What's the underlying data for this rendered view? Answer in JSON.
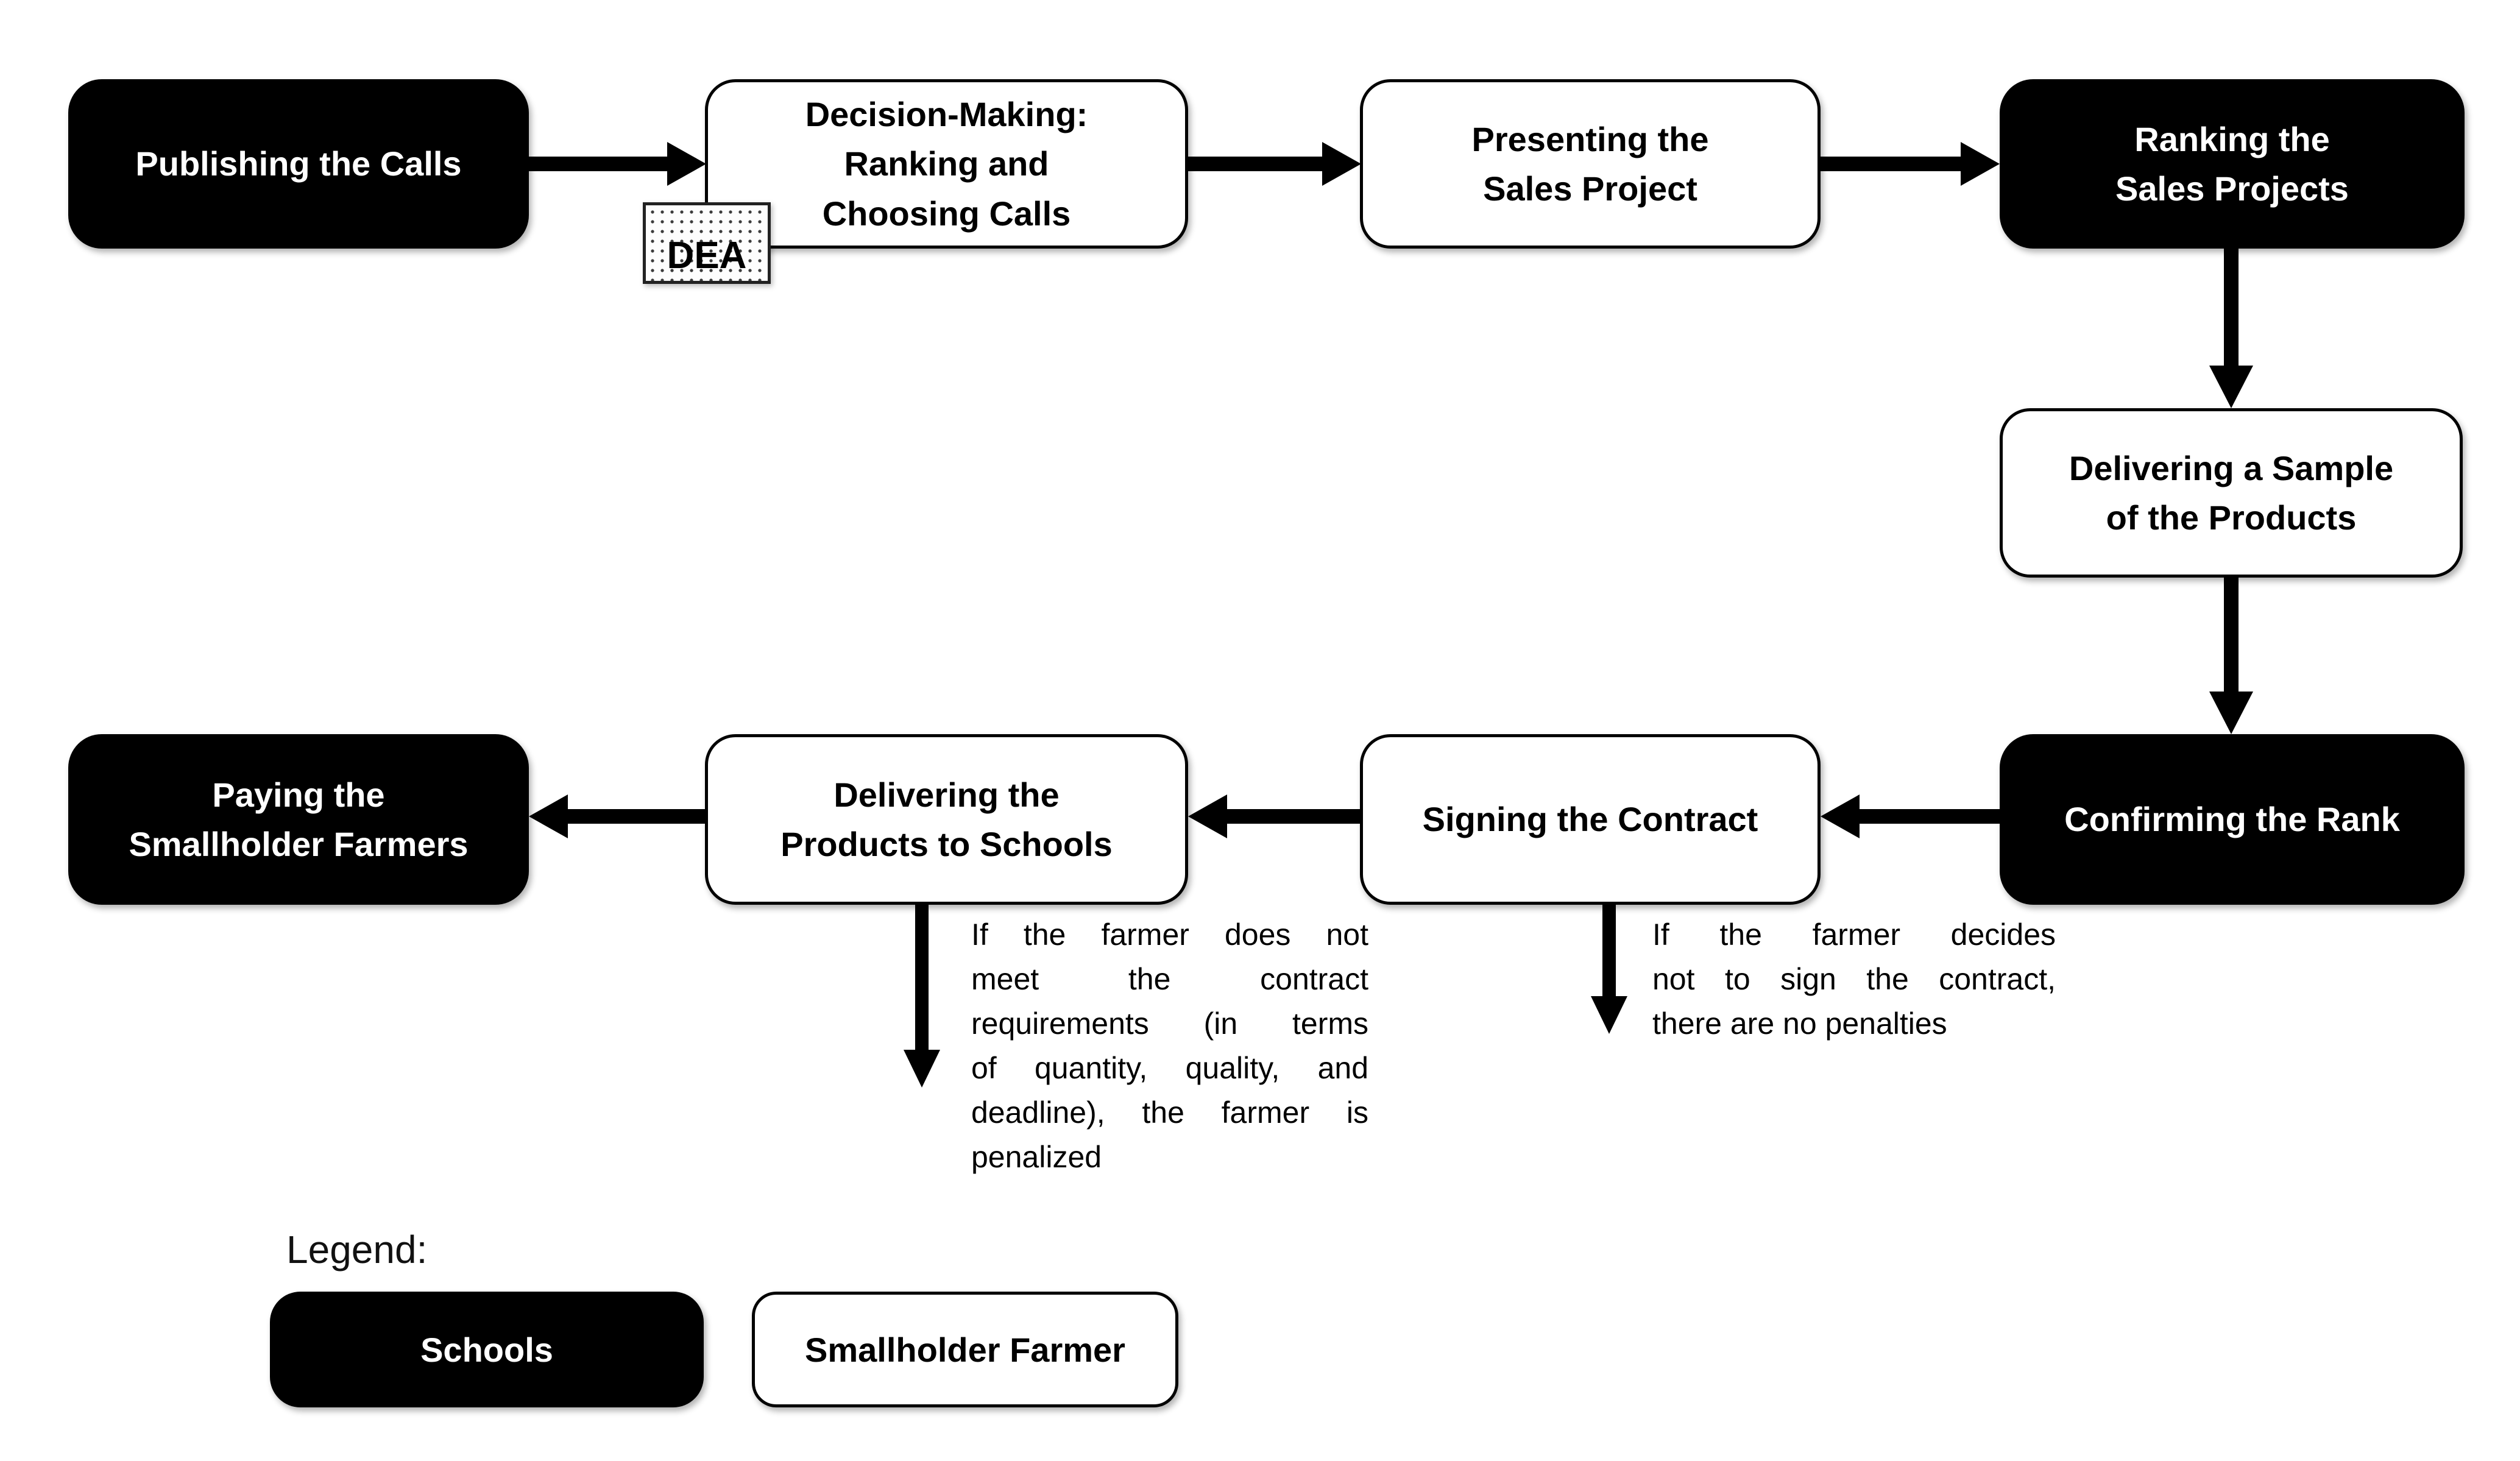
{
  "diagram": {
    "title_hint": "School feeding procurement flowchart",
    "colors": {
      "schools_fill": "#000000",
      "schools_text": "#ffffff",
      "farmer_fill": "#ffffff",
      "farmer_text": "#000000",
      "border": "#000000",
      "arrow": "#000000",
      "background": "#ffffff"
    },
    "nodes": {
      "publishing": {
        "label": "Publishing the Calls",
        "actor": "schools"
      },
      "decision": {
        "label": "Decision-Making:\nRanking and\nChoosing Calls",
        "actor": "farmer"
      },
      "presenting": {
        "label": "Presenting the\nSales Project",
        "actor": "farmer"
      },
      "ranking": {
        "label": "Ranking the\nSales Projects",
        "actor": "schools"
      },
      "sample": {
        "label": "Delivering a Sample\nof the Products",
        "actor": "farmer"
      },
      "confirming": {
        "label": "Confirming the Rank",
        "actor": "schools"
      },
      "signing": {
        "label": "Signing the Contract",
        "actor": "farmer"
      },
      "delivering": {
        "label": "Delivering the\nProducts to Schools",
        "actor": "farmer"
      },
      "paying": {
        "label": "Paying the\nSmallholder Farmers",
        "actor": "schools"
      }
    },
    "dea_tag": {
      "label": "DEA"
    },
    "annotations": {
      "no_sign": {
        "lines": [
          "If the farmer decides",
          "not to sign the contract,",
          "there are no penalties"
        ]
      },
      "not_meet": {
        "lines": [
          "If the farmer does not",
          "meet the contract",
          "requirements (in terms",
          "of quantity, quality, and",
          "deadline), the farmer is",
          "penalized"
        ]
      }
    },
    "legend": {
      "title": "Legend:",
      "items": [
        {
          "label": "Schools",
          "style": "schools"
        },
        {
          "label": "Smallholder Farmer",
          "style": "farmer"
        }
      ]
    }
  }
}
